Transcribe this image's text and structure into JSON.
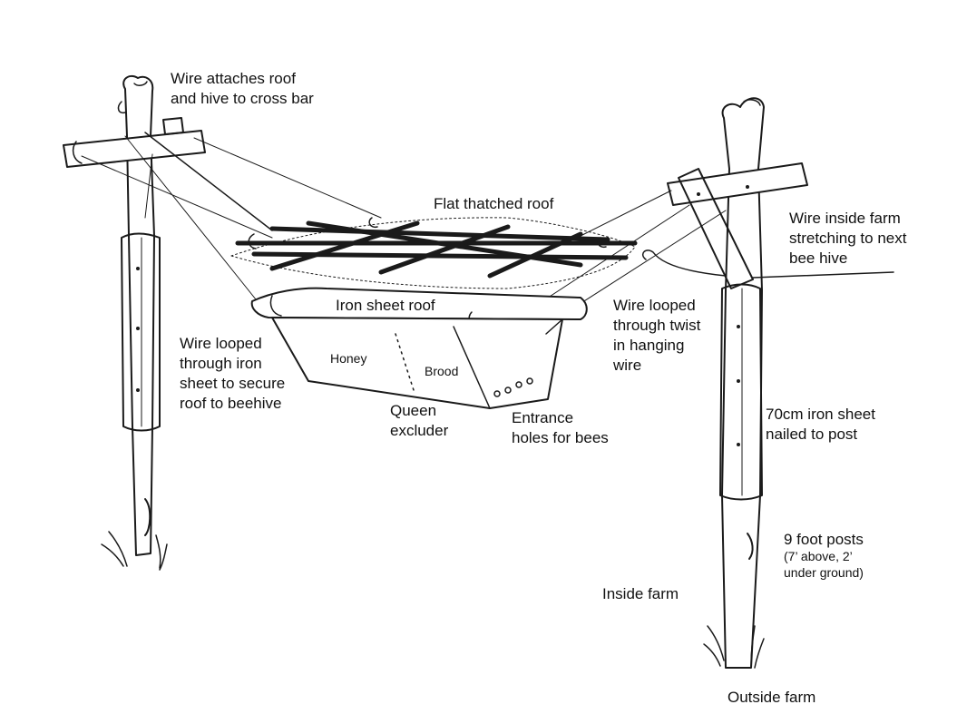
{
  "labels": {
    "wire_attach": [
      "Wire attaches roof",
      "and hive to cross bar"
    ],
    "flat_roof": "Flat thatched roof",
    "wire_inside": [
      "Wire inside farm",
      "stretching to next",
      "bee hive"
    ],
    "iron_roof": "Iron sheet roof",
    "wire_looped_twist": [
      "Wire looped",
      "through twist",
      "in hanging",
      "wire"
    ],
    "wire_looped_iron": [
      "Wire looped",
      "through iron",
      "sheet to secure",
      "roof to beehive"
    ],
    "honey": "Honey",
    "brood": "Brood",
    "queen_excluder": [
      "Queen",
      "excluder"
    ],
    "entrance": [
      "Entrance",
      "holes for bees"
    ],
    "iron_post": [
      "70cm iron sheet",
      "nailed to post"
    ],
    "posts": "9 foot posts",
    "posts_note": [
      "(7’ above, 2’",
      "under ground)"
    ],
    "inside_farm": "Inside farm",
    "outside_farm": "Outside farm"
  }
}
